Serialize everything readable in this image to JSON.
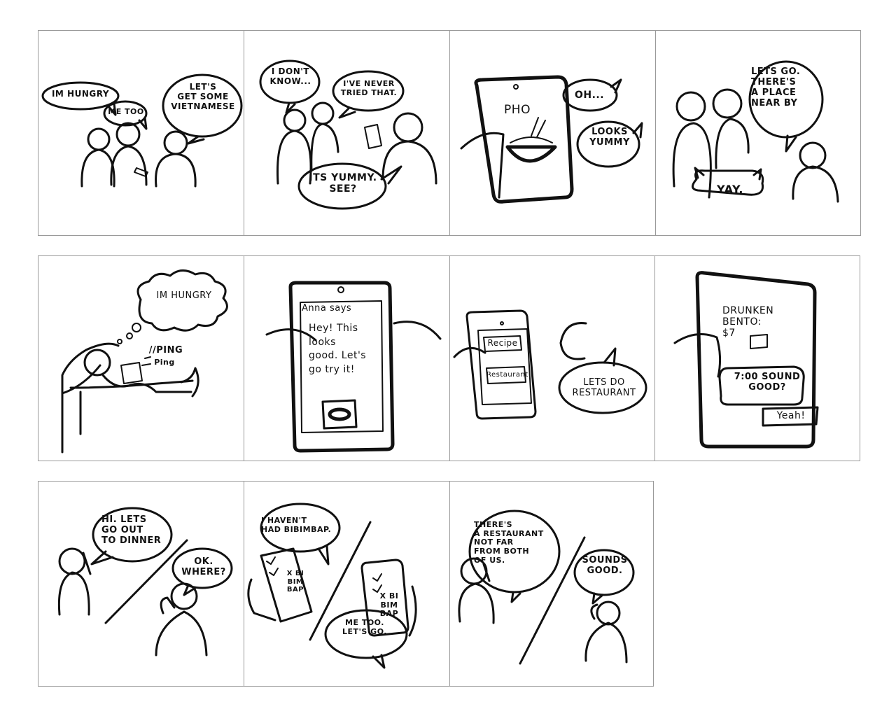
{
  "row1": {
    "p1": {
      "b1": "IM HUNGRY",
      "b2": "ME TOO",
      "b3": "LET'S\nGET SOME\nVIETNAMESE"
    },
    "p2": {
      "b1": "I DON'T\nKNOW...",
      "b2": "I'VE NEVER\nTRIED THAT.",
      "b3": "ITS YUMMY.\nSEE?"
    },
    "p3": {
      "screen": "PHO",
      "b1": "OH...",
      "b2": "LOOKS\nYUMMY"
    },
    "p4": {
      "b1": "LETS GO.\nTHERE'S\nA PLACE\nNEAR BY",
      "b2": "YAY."
    }
  },
  "row2": {
    "p1": {
      "thought": "IM HUNGRY",
      "ping1": "//PING",
      "ping2": "Ping"
    },
    "p2": {
      "sender": "Anna says",
      "msg": "Hey! This\nlooks\ngood. Let's\ngo try it!"
    },
    "p3": {
      "opt1": "Recipe",
      "opt2": "Restaurant",
      "b1": "LETS DO\nRESTAURANT"
    },
    "p4": {
      "title": "DRUNKEN\nBENTO:\n$7",
      "msg1": "7:00 SOUND\nGOOD?",
      "msg2": "Yeah!"
    }
  },
  "row3": {
    "p1": {
      "b1": "HI. LETS\nGO OUT\nTO DINNER",
      "b2": "OK.\nWHERE?"
    },
    "p2": {
      "b1": "I HAVEN'T\nHAD BIBIMBAP.",
      "list1": "X BI\nBIM\nBAP",
      "list2": "X BI\nBIM\nBAP",
      "b2": "ME TOO.\nLET'S GO."
    },
    "p3": {
      "b1": "THERE'S\nA RESTAURANT\nNOT FAR\nFROM BOTH\nOF US.",
      "b2": "SOUNDS\nGOOD."
    }
  }
}
